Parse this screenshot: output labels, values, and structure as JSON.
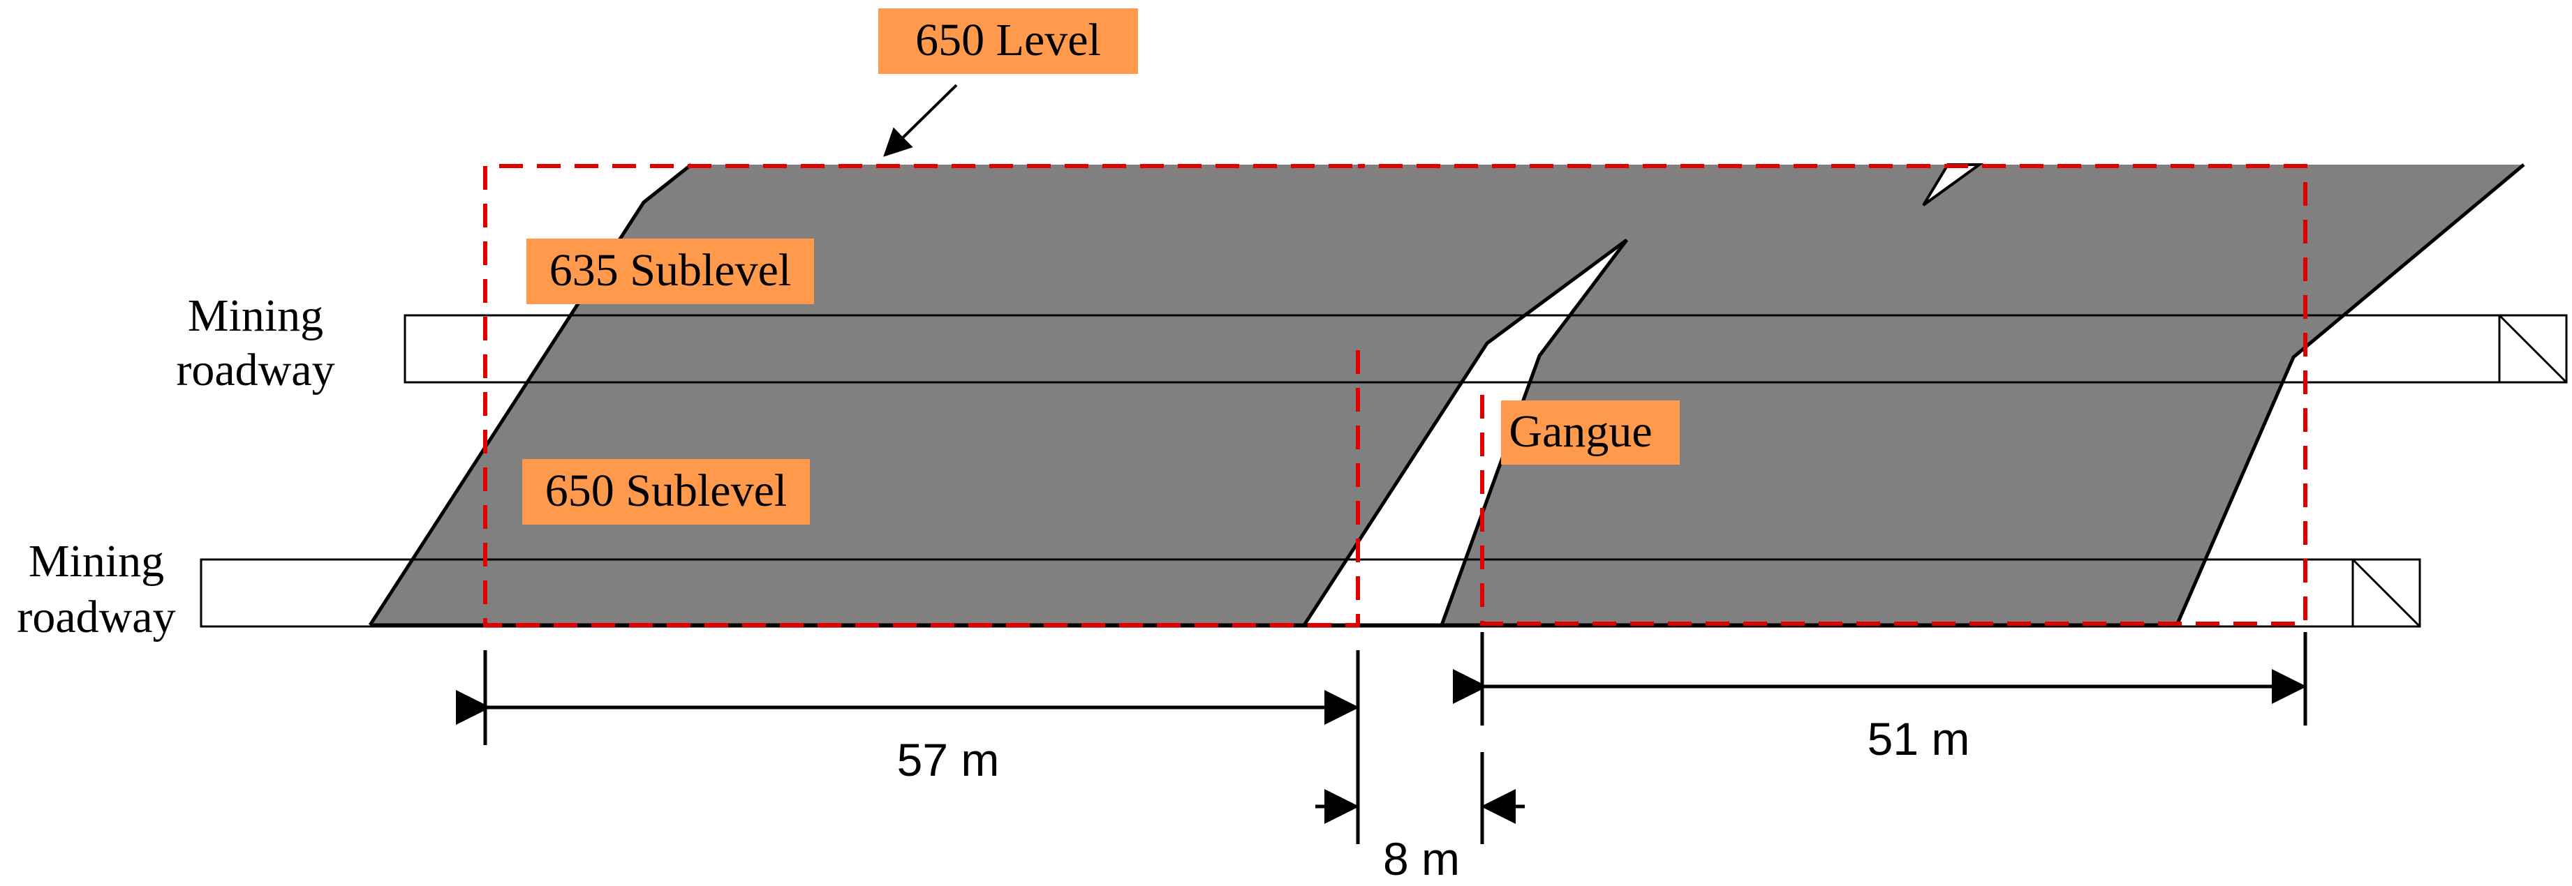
{
  "labels": {
    "level_650": "650 Level",
    "sublevel_635": "635 Sublevel",
    "sublevel_650": "650 Sublevel",
    "gangue": "Gangue"
  },
  "roadway_upper": {
    "line1": "Mining",
    "line2": "roadway"
  },
  "roadway_lower": {
    "line1": "Mining",
    "line2": "roadway"
  },
  "dimensions": {
    "left_span": "57 m",
    "right_span": "51 m",
    "gap_span": "8 m"
  },
  "colors": {
    "orebody": "#808080",
    "label_bg": "#FF9A4D",
    "stope_boundary": "#E00000",
    "line": "#000000"
  }
}
